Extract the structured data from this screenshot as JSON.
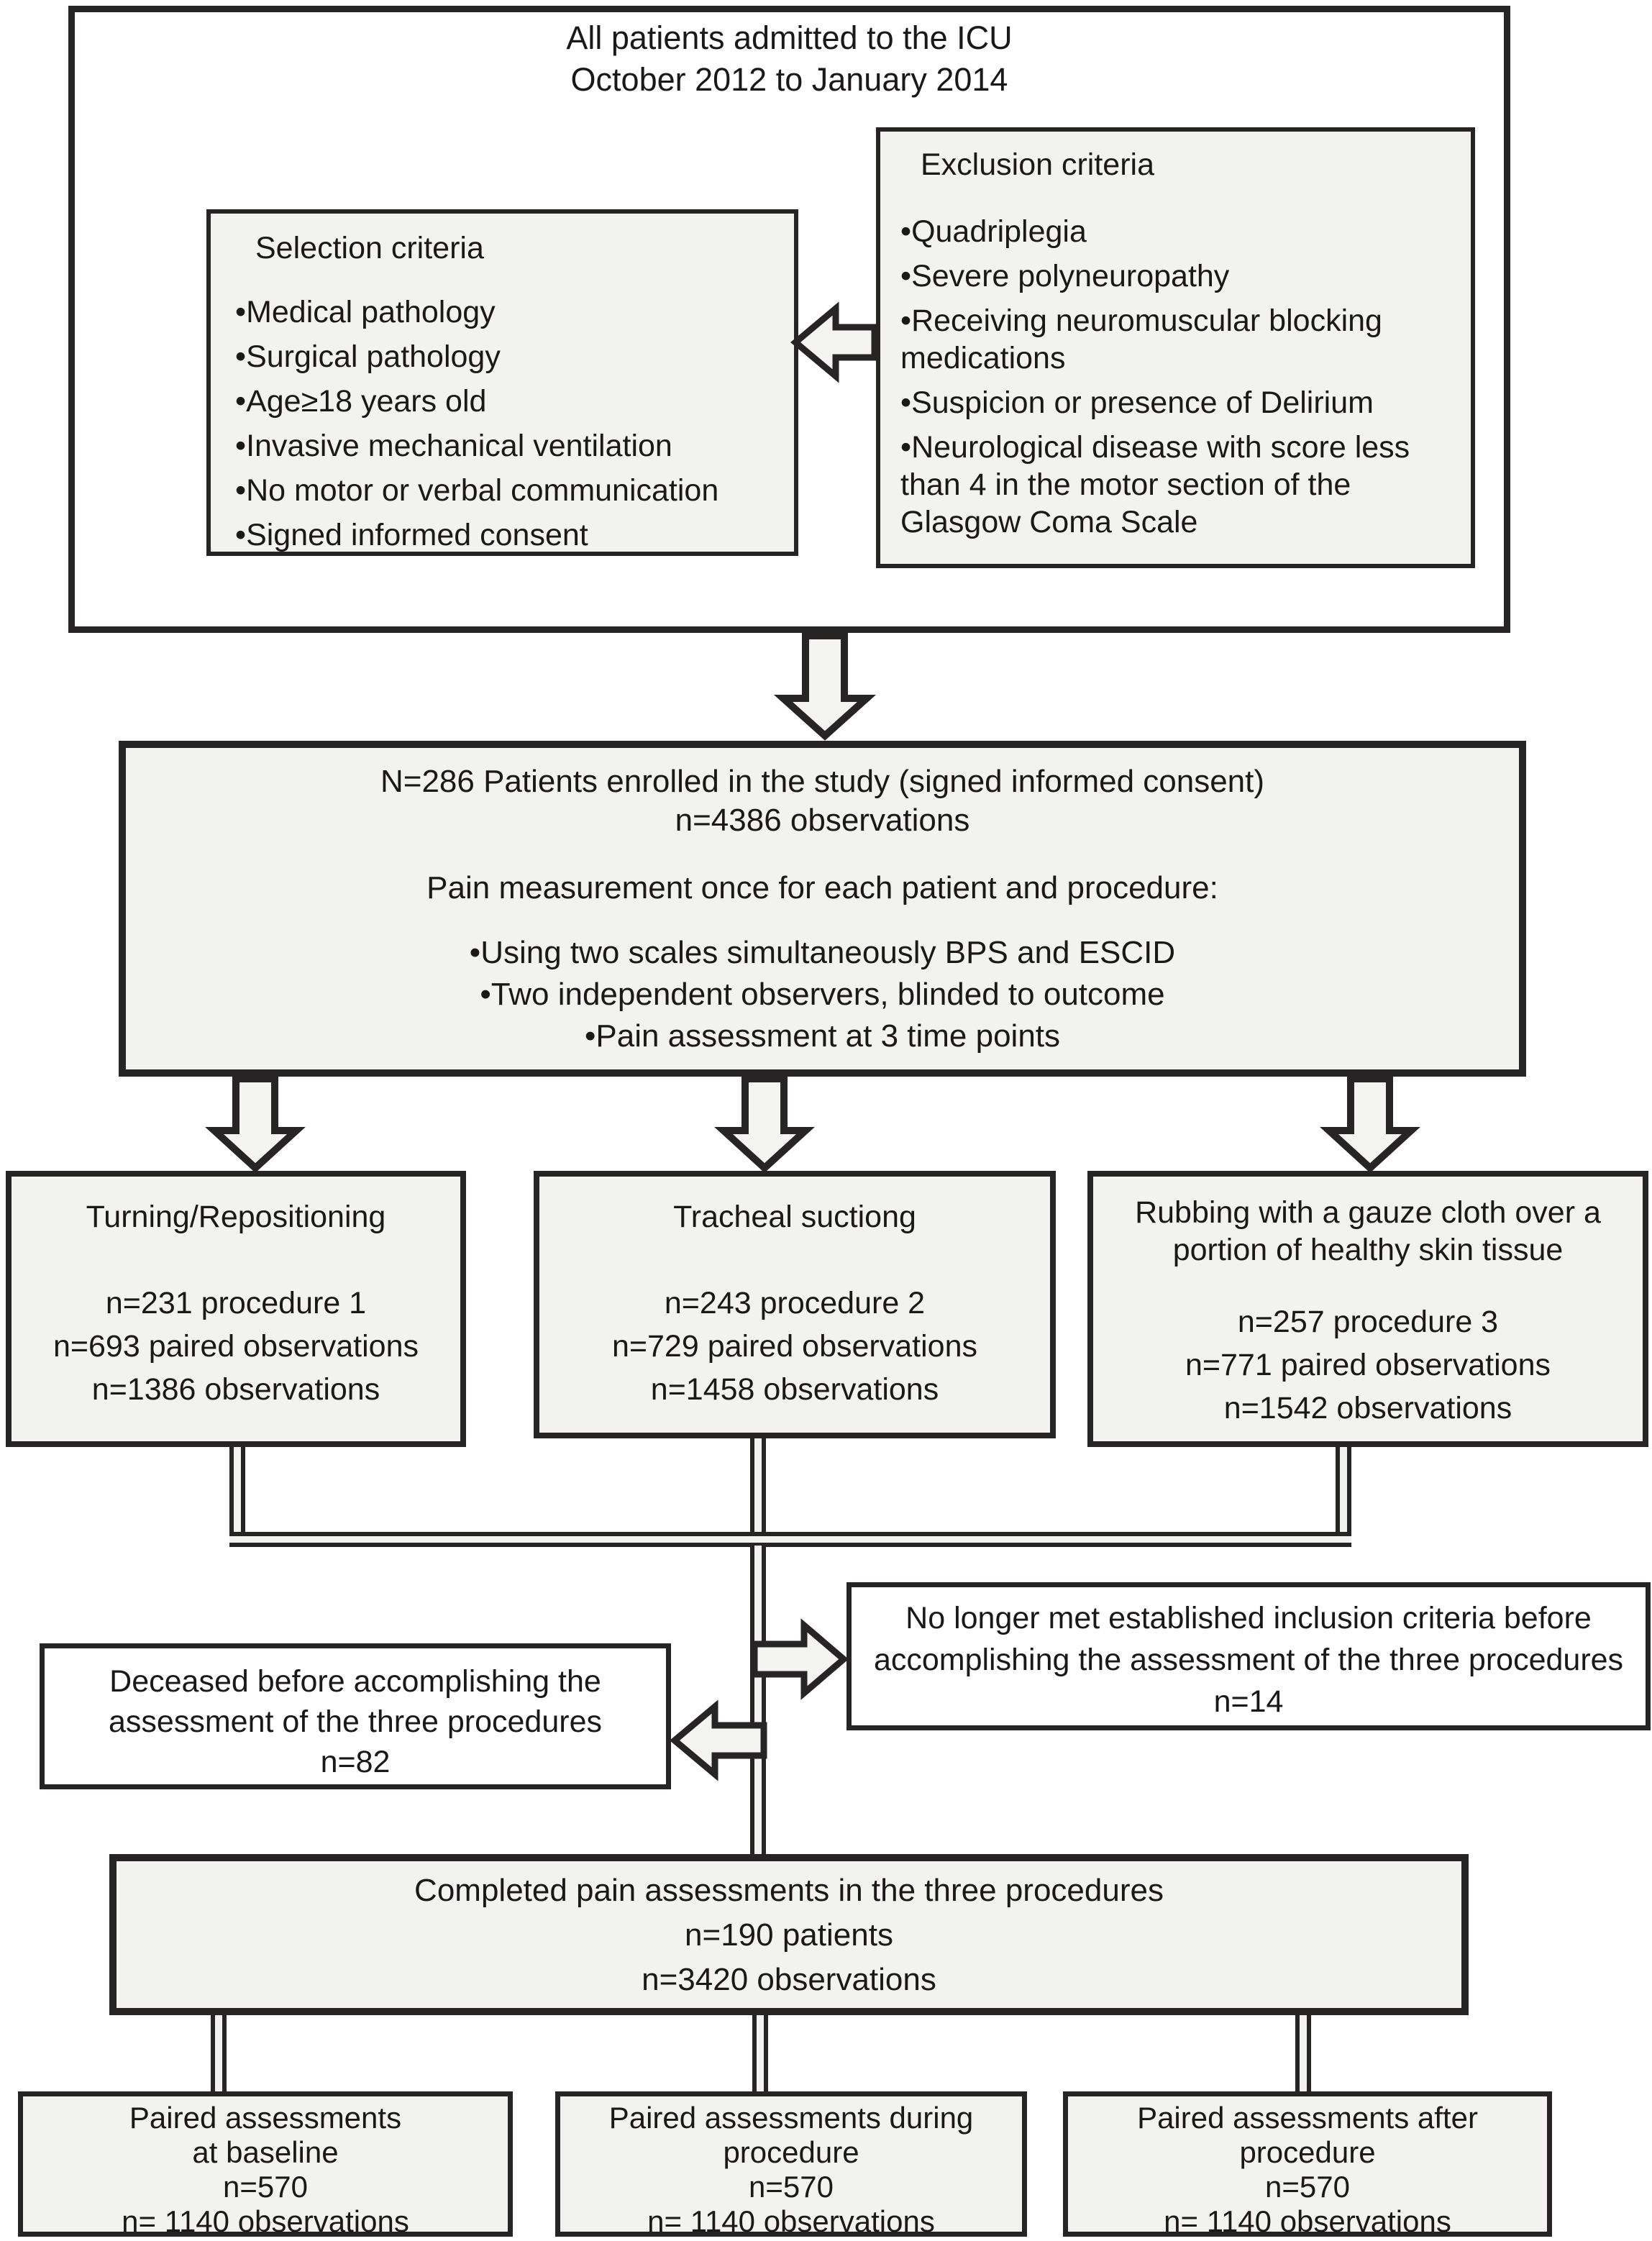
{
  "diagram": {
    "top_box": {
      "title_lines": [
        "All patients admitted to the ICU",
        "October 2012 to January 2014"
      ]
    },
    "selection": {
      "heading": "Selection criteria",
      "items": [
        "Medical pathology",
        "Surgical pathology",
        "Age≥18 years old",
        "Invasive mechanical ventilation",
        "No motor or verbal communication",
        "Signed informed consent"
      ]
    },
    "exclusion": {
      "heading": "Exclusion criteria",
      "items": [
        "Quadriplegia",
        "Severe polyneuropathy",
        "Receiving neuromuscular blocking medications",
        "Suspicion or presence of Delirium",
        "Neurological disease with score less than 4 in the motor section of the Glasgow Coma Scale"
      ]
    },
    "enrollment": {
      "line1": "N=286 Patients enrolled in the study (signed informed consent)",
      "line2": "n=4386 observations",
      "subtitle": "Pain measurement once for each patient and procedure:",
      "bullets": [
        "Using two scales simultaneously BPS and ESCID",
        "Two independent observers, blinded to outcome",
        "Pain assessment at 3 time points"
      ]
    },
    "procedures": [
      {
        "title": "Turning/Repositioning",
        "lines": [
          "n=231 procedure 1",
          "n=693 paired observations",
          "n=1386 observations"
        ]
      },
      {
        "title": "Tracheal suctiong",
        "lines": [
          "n=243 procedure 2",
          "n=729 paired observations",
          "n=1458 observations"
        ]
      },
      {
        "title": "Rubbing with a gauze cloth over a portion of healthy skin tissue",
        "lines": [
          "n=257 procedure 3",
          "n=771 paired observations",
          "n=1542 observations"
        ]
      }
    ],
    "deceased": {
      "lines": [
        "Deceased before accomplishing  the",
        "assessment of the three procedures",
        "n=82"
      ]
    },
    "no_longer": {
      "lines": [
        "No longer met established inclusion criteria before",
        "accomplishing the assessment of the three procedures",
        "n=14"
      ]
    },
    "completed": {
      "lines": [
        "Completed pain assessments in the three procedures",
        "n=190 patients",
        "n=3420 observations"
      ]
    },
    "bottom_boxes": [
      {
        "lines": [
          "Paired assessments",
          "at baseline",
          "n=570",
          "n= 1140 observations"
        ]
      },
      {
        "lines": [
          "Paired assessments during",
          "procedure",
          "n=570",
          "n= 1140 observations"
        ]
      },
      {
        "lines": [
          "Paired assessments  after",
          "procedure",
          "n=570",
          "n= 1140 observations"
        ]
      }
    ]
  },
  "colors": {
    "border": "#272425",
    "box_fill": "#f2f2f0",
    "white_fill": "#ffffff",
    "arrow_fill": "#f4f4f2"
  }
}
